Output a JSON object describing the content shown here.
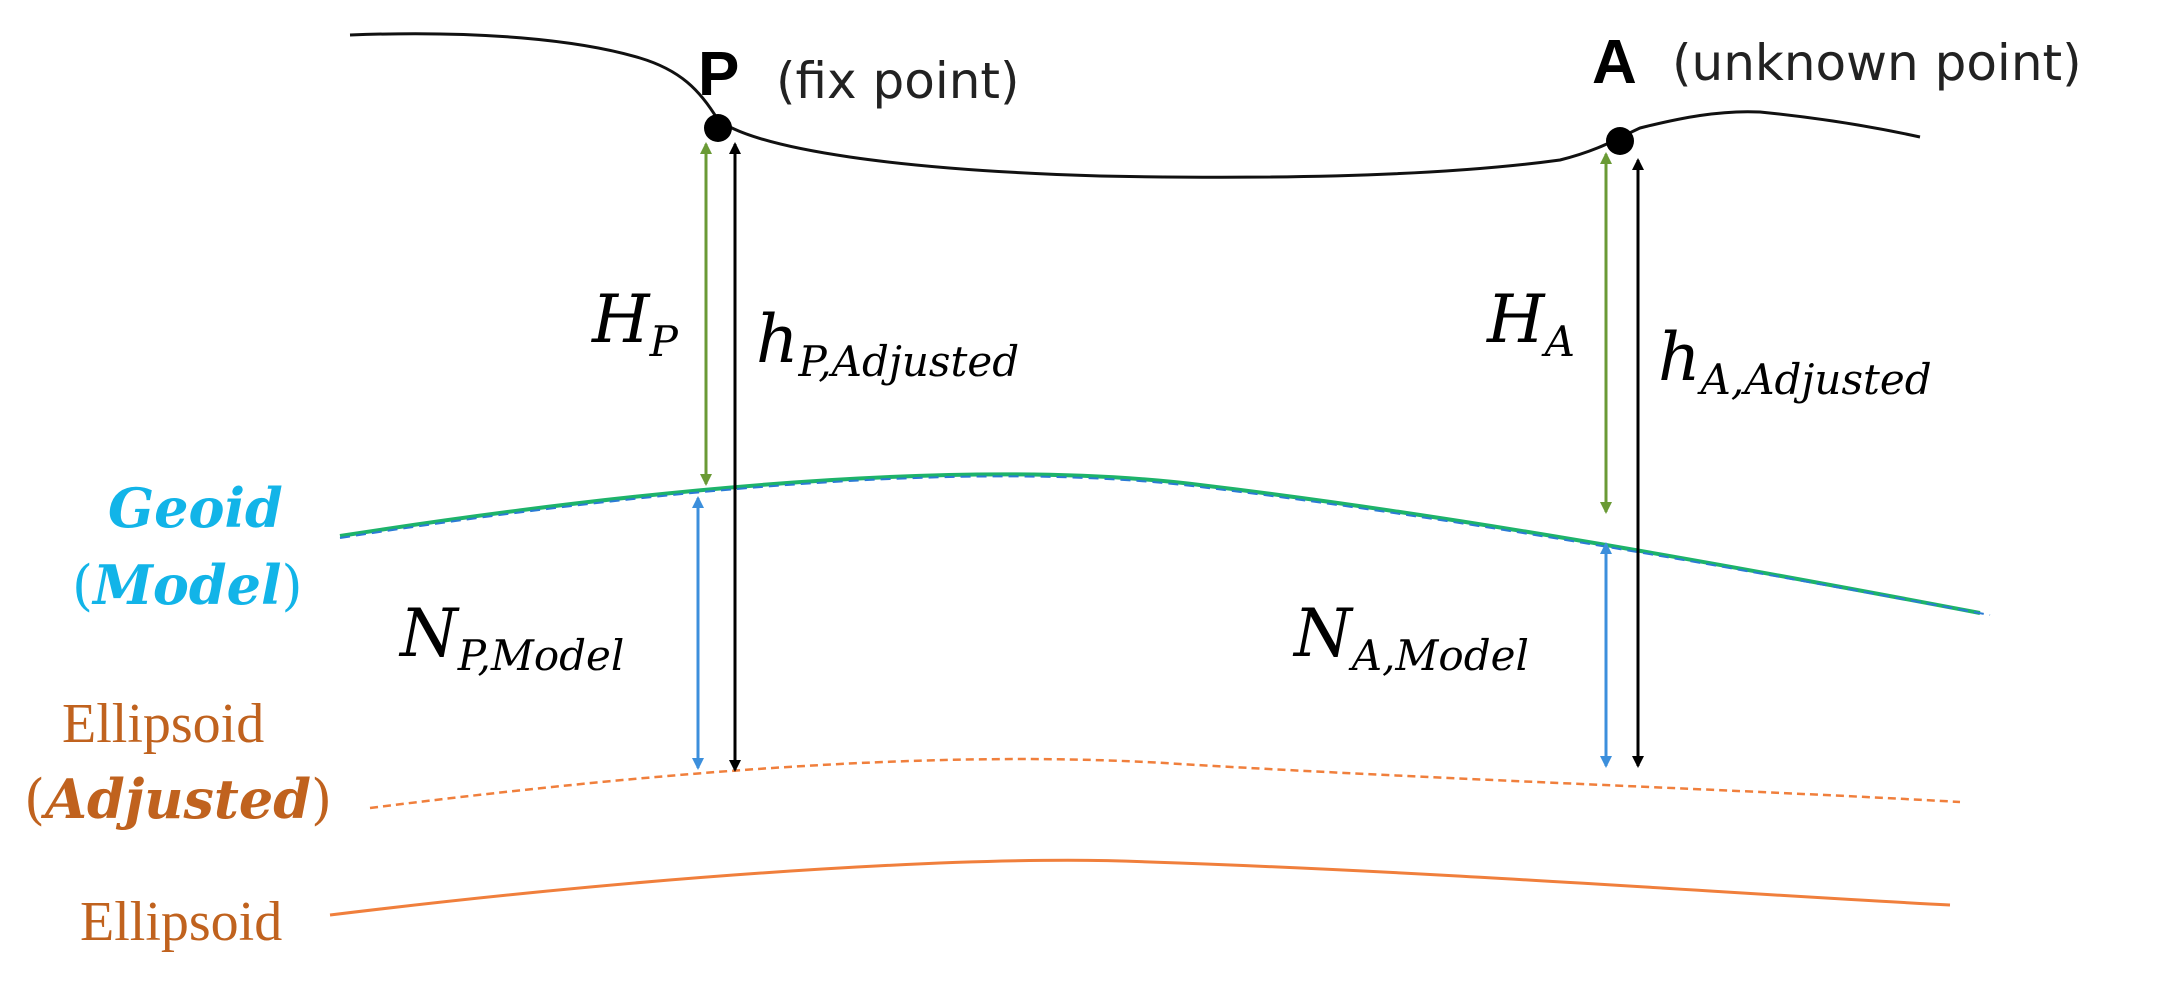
{
  "colors": {
    "terrain": "#111111",
    "geoid": "#1db36a",
    "geoid_dash": "#2a7bd4",
    "geoid_label": "#12b4e8",
    "ellipsoid": "#f07f3c",
    "ellipsoid_label": "#c0621e",
    "orthometric_arrow": "#6a9a35",
    "undulation_arrow": "#3c8fdc",
    "ellipsoidal_arrow": "#000000"
  },
  "points": {
    "P": {
      "letter": "P",
      "desc": "(fix point)"
    },
    "A": {
      "letter": "A",
      "desc": "(unknown point)"
    }
  },
  "heights": {
    "H_P": {
      "main": "H",
      "sub": "P"
    },
    "h_P": {
      "main": "h",
      "sub": "P,Adjusted"
    },
    "H_A": {
      "main": "H",
      "sub": "A"
    },
    "h_A": {
      "main": "h",
      "sub": "A,Adjusted"
    },
    "N_P": {
      "main": "N",
      "sub": "P,Model"
    },
    "N_A": {
      "main": "N",
      "sub": "A,Model"
    }
  },
  "labels": {
    "geoid_title": "Geoid",
    "geoid_paren_open": "(",
    "geoid_qualifier": "Model",
    "geoid_paren_close": ")",
    "ellipsoid_adjusted_title": "Ellipsoid",
    "ellipsoid_adjusted_paren_open": "(",
    "ellipsoid_adjusted_qualifier": "Adjusted",
    "ellipsoid_adjusted_paren_close": ")",
    "ellipsoid_title": "Ellipsoid"
  },
  "icons": {
    "point_marker": "filled-circle",
    "height_arrow": "double-headed-arrow"
  }
}
